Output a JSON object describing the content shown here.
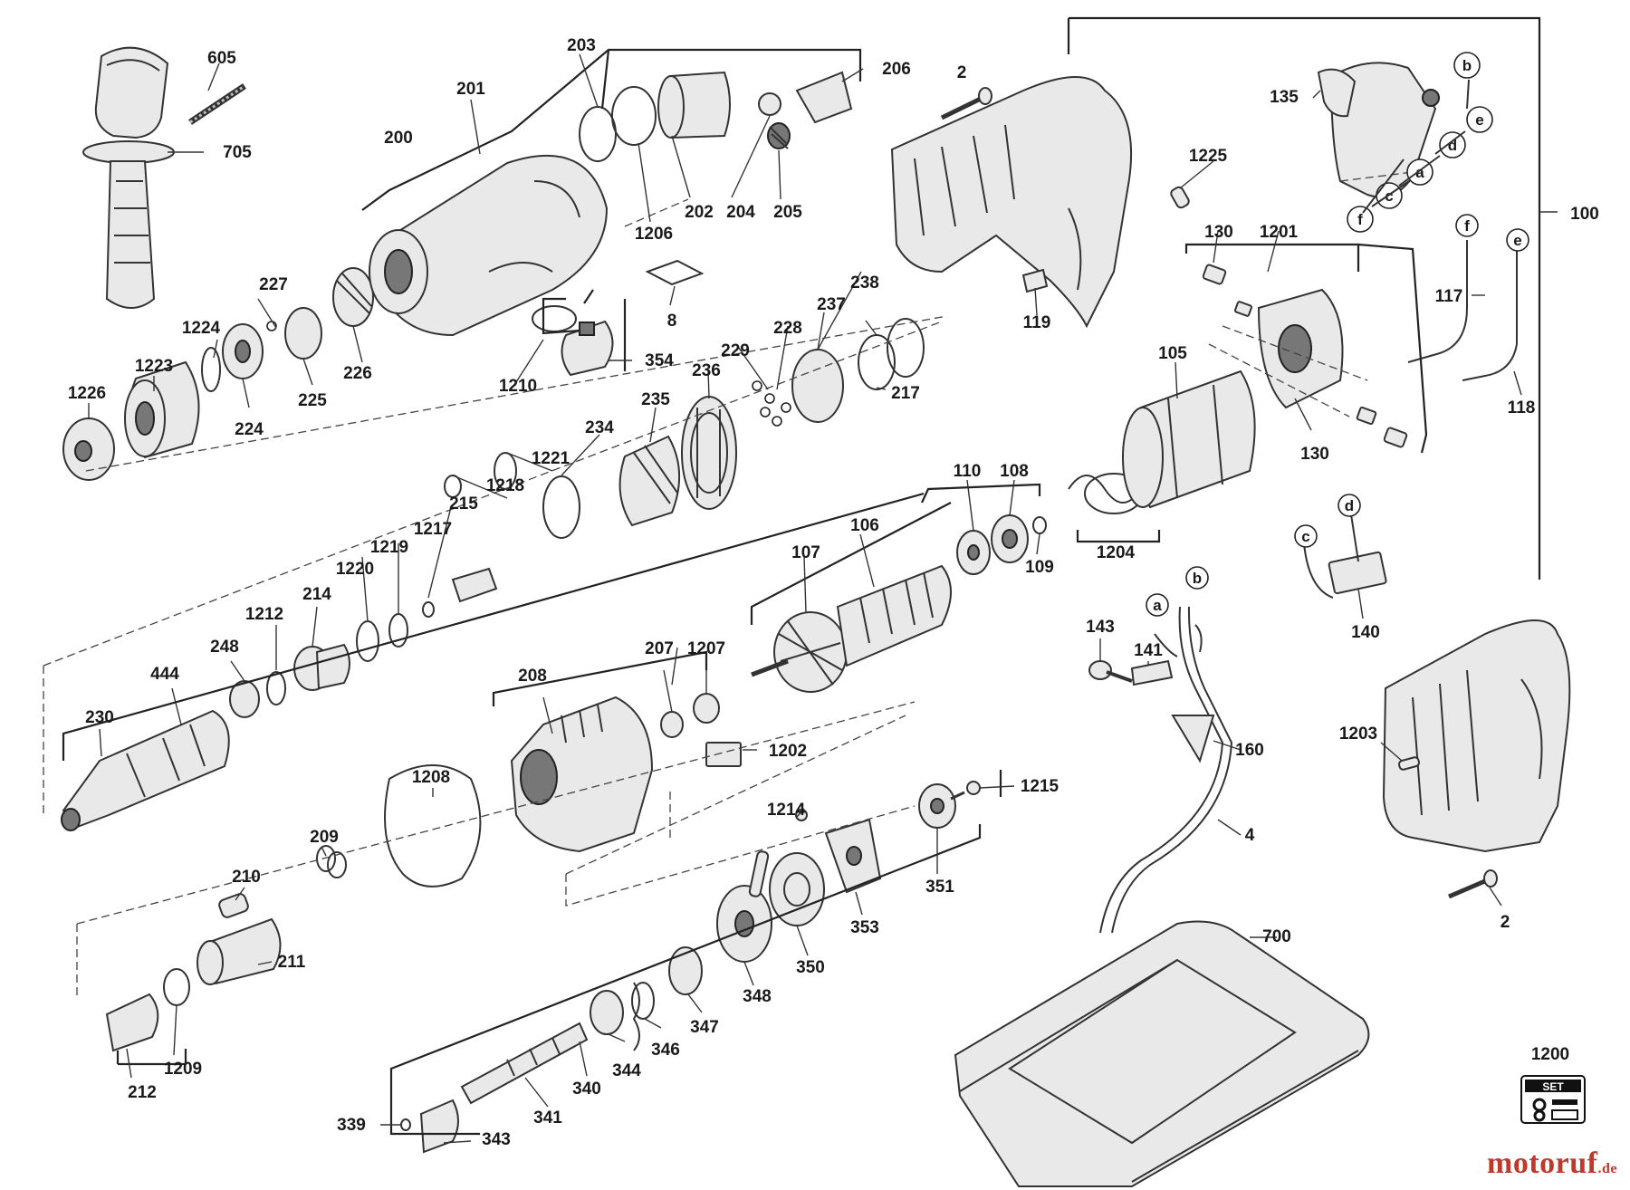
{
  "part_labels": {
    "p2a": "2",
    "p2b": "2",
    "p4": "4",
    "p8": "8",
    "p100": "100",
    "p105": "105",
    "p106": "106",
    "p107": "107",
    "p108": "108",
    "p109": "109",
    "p110": "110",
    "p117": "117",
    "p118": "118",
    "p119": "119",
    "p130a": "130",
    "p130b": "130",
    "p135": "135",
    "p140": "140",
    "p141": "141",
    "p143": "143",
    "p160": "160",
    "p200": "200",
    "p201": "201",
    "p202": "202",
    "p203": "203",
    "p204": "204",
    "p205": "205",
    "p206": "206",
    "p207": "207",
    "p208": "208",
    "p209": "209",
    "p210": "210",
    "p211": "211",
    "p212": "212",
    "p214": "214",
    "p215": "215",
    "p217": "217",
    "p224": "224",
    "p225": "225",
    "p226": "226",
    "p227": "227",
    "p228": "228",
    "p229": "229",
    "p230": "230",
    "p234": "234",
    "p235": "235",
    "p236": "236",
    "p237": "237",
    "p238": "238",
    "p248": "248",
    "p339": "339",
    "p340": "340",
    "p341": "341",
    "p343": "343",
    "p344": "344",
    "p346": "346",
    "p347": "347",
    "p348": "348",
    "p350": "350",
    "p351": "351",
    "p353": "353",
    "p354": "354",
    "p444": "444",
    "p605": "605",
    "p700": "700",
    "p705": "705",
    "p1200": "1200",
    "p1201": "1201",
    "p1202": "1202",
    "p1203": "1203",
    "p1204": "1204",
    "p1206": "1206",
    "p1207": "1207",
    "p1208": "1208",
    "p1209": "1209",
    "p1210": "1210",
    "p1212": "1212",
    "p1214": "1214",
    "p1215": "1215",
    "p1217": "1217",
    "p1218": "1218",
    "p1219": "1219",
    "p1220": "1220",
    "p1221": "1221",
    "p1223": "1223",
    "p1224": "1224",
    "p1225": "1225",
    "p1226": "1226"
  },
  "wire_letters": {
    "la1": "a",
    "lb1": "b",
    "lc1": "c",
    "ld1": "d",
    "le1": "e",
    "lf1": "f",
    "la2": "a",
    "lb2": "b",
    "lc2": "c",
    "ld2": "d",
    "le2": "e",
    "lf2": "f"
  },
  "set_badge": "SET",
  "brand": {
    "name": "motoruf",
    "tld": ".de"
  },
  "colors": {
    "ink": "#1a1a1a",
    "brand": "#c0392b",
    "paper": "#ffffff"
  }
}
